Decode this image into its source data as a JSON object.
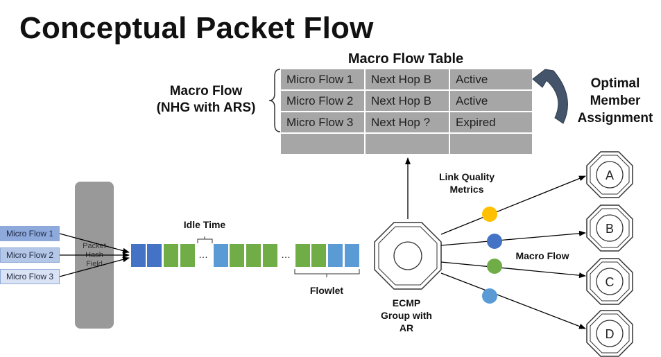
{
  "title": "Conceptual Packet Flow",
  "macro_flow_table": {
    "title": "Macro Flow Table",
    "rows": [
      [
        "Micro Flow 1",
        "Next Hop B",
        "Active"
      ],
      [
        "Micro Flow 2",
        "Next Hop B",
        "Active"
      ],
      [
        "Micro Flow 3",
        "Next Hop ?",
        "Expired"
      ],
      [
        "",
        "",
        ""
      ]
    ]
  },
  "macro_flow_label": {
    "line1": "Macro Flow",
    "line2": "(NHG with ARS)"
  },
  "optimal_member_assignment": {
    "line1": "Optimal",
    "line2": "Member",
    "line3": "Assignment"
  },
  "micro_flows": [
    "Micro Flow 1",
    "Micro Flow 2",
    "Micro Flow 3"
  ],
  "micro_flow_colors": [
    "#8ea9db",
    "#b4c7e7",
    "#dae3f3"
  ],
  "packet_hash_field": {
    "line1": "Packet",
    "line2": "Hash",
    "line3": "Field"
  },
  "idle_time_label": "Idle Time",
  "flowlet_label": "Flowlet",
  "ellipsis": "…",
  "packet_colors": {
    "dark_blue": "#4472c4",
    "green": "#70ad47",
    "light_blue": "#5b9bd5"
  },
  "ecmp_label": {
    "line1": "ECMP",
    "line2": "Group with",
    "line3": "AR"
  },
  "link_quality_metrics": {
    "line1": "Link Quality",
    "line2": "Metrics"
  },
  "macro_flow_link_label": "Macro Flow",
  "link_dots_colors": [
    "#ffc000",
    "#4472c4",
    "#70ad47",
    "#5b9bd5"
  ],
  "next_hops": [
    "A",
    "B",
    "C",
    "D"
  ],
  "arrow_color": "#44546a"
}
